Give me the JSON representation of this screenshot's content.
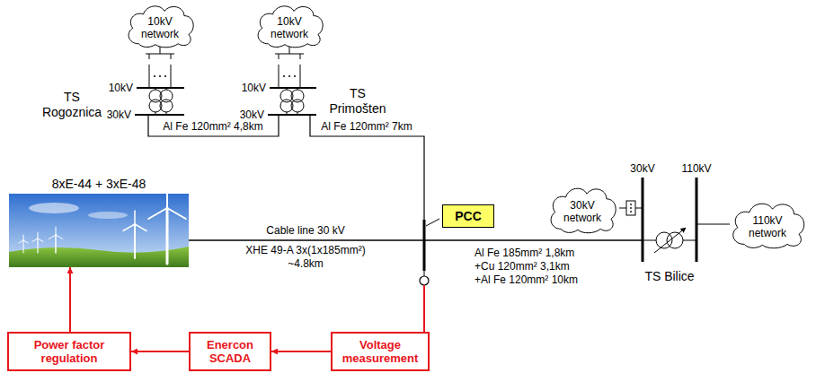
{
  "diagram": {
    "nodes": [
      {
        "text": [
          "10kV network"
        ]
      },
      {
        "text": [
          "10kV network"
        ]
      },
      {
        "text": [
          "8xE-44 + 3xE-48"
        ]
      },
      {
        "text": [
          "PCC"
        ]
      },
      {
        "text": [
          "30kV network"
        ]
      },
      {
        "text": [
          "110kV network"
        ]
      },
      {
        "text": [
          "Power factor regulation"
        ]
      },
      {
        "text": [
          "Enercon SCADA"
        ]
      },
      {
        "text": [
          "Voltage measurement"
        ]
      }
    ],
    "edges": [
      {
        "from": 8,
        "to": 7,
        "arrow": "to"
      },
      {
        "from": 7,
        "to": 6,
        "arrow": "to"
      },
      {
        "from": 6,
        "to": 2,
        "arrow": "to"
      }
    ],
    "labels": [
      "TS Rogoznica",
      "10kV",
      "30kV",
      "TS Primošten",
      "10kV",
      "30kV",
      "Al Fe 120mm² 4,8km",
      "Al Fe 120mm² 7km",
      "Cable line 30 kV",
      "XHE 49-A 3x(1x185mm²)",
      "~4.8km",
      "Al Fe 185mm² 1,8km",
      "+Cu 120mm² 3,1km",
      "+Al Fe 120mm² 10km",
      "30kV",
      "110kV",
      "TS Bilice"
    ]
  }
}
